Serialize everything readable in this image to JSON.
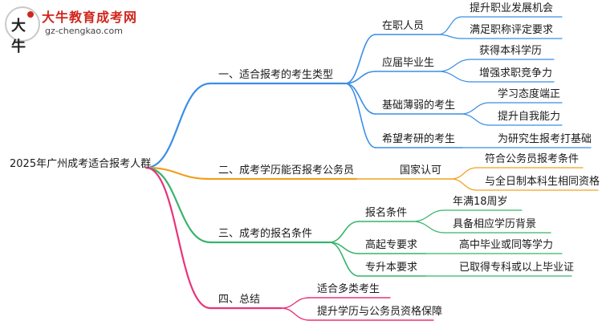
{
  "logo": {
    "title": "大牛教育成考网",
    "url": "gz-chengkao.com",
    "mark": "大牛"
  },
  "root": {
    "label": "2025年广州成考适合报考人群"
  },
  "colors": {
    "blue": "#3a8ee6",
    "orange": "#f0a020",
    "green": "#37b36b",
    "pink": "#e8337a"
  },
  "branches": [
    {
      "label": "一、适合报考的考生类型",
      "color": "blue",
      "children": [
        {
          "label": "在职人员",
          "leaves": [
            "提升职业发展机会",
            "满足职称评定要求"
          ]
        },
        {
          "label": "应届毕业生",
          "leaves": [
            "获得本科学历",
            "增强求职竞争力"
          ]
        },
        {
          "label": "基础薄弱的考生",
          "leaves": [
            "学习态度端正",
            "提升自我能力"
          ]
        },
        {
          "label": "希望考研的考生",
          "leaves": [
            "为研究生报考打基础"
          ]
        }
      ]
    },
    {
      "label": "二、成考学历能否报考公务员",
      "color": "orange",
      "children": [
        {
          "label": "国家认可",
          "leaves": [
            "符合公务员报考条件",
            "与全日制本科生相同资格"
          ]
        }
      ]
    },
    {
      "label": "三、成考的报名条件",
      "color": "green",
      "children": [
        {
          "label": "报名条件",
          "leaves": [
            "年满18周岁",
            "具备相应学历背景"
          ]
        },
        {
          "label": "高起专要求",
          "leaves": [
            "高中毕业或同等学力"
          ]
        },
        {
          "label": "专升本要求",
          "leaves": [
            "已取得专科或以上毕业证"
          ]
        }
      ]
    },
    {
      "label": "四、总结",
      "color": "pink",
      "children": [],
      "leaves": [
        "适合多类考生",
        "提升学历与公务员资格保障"
      ]
    }
  ]
}
